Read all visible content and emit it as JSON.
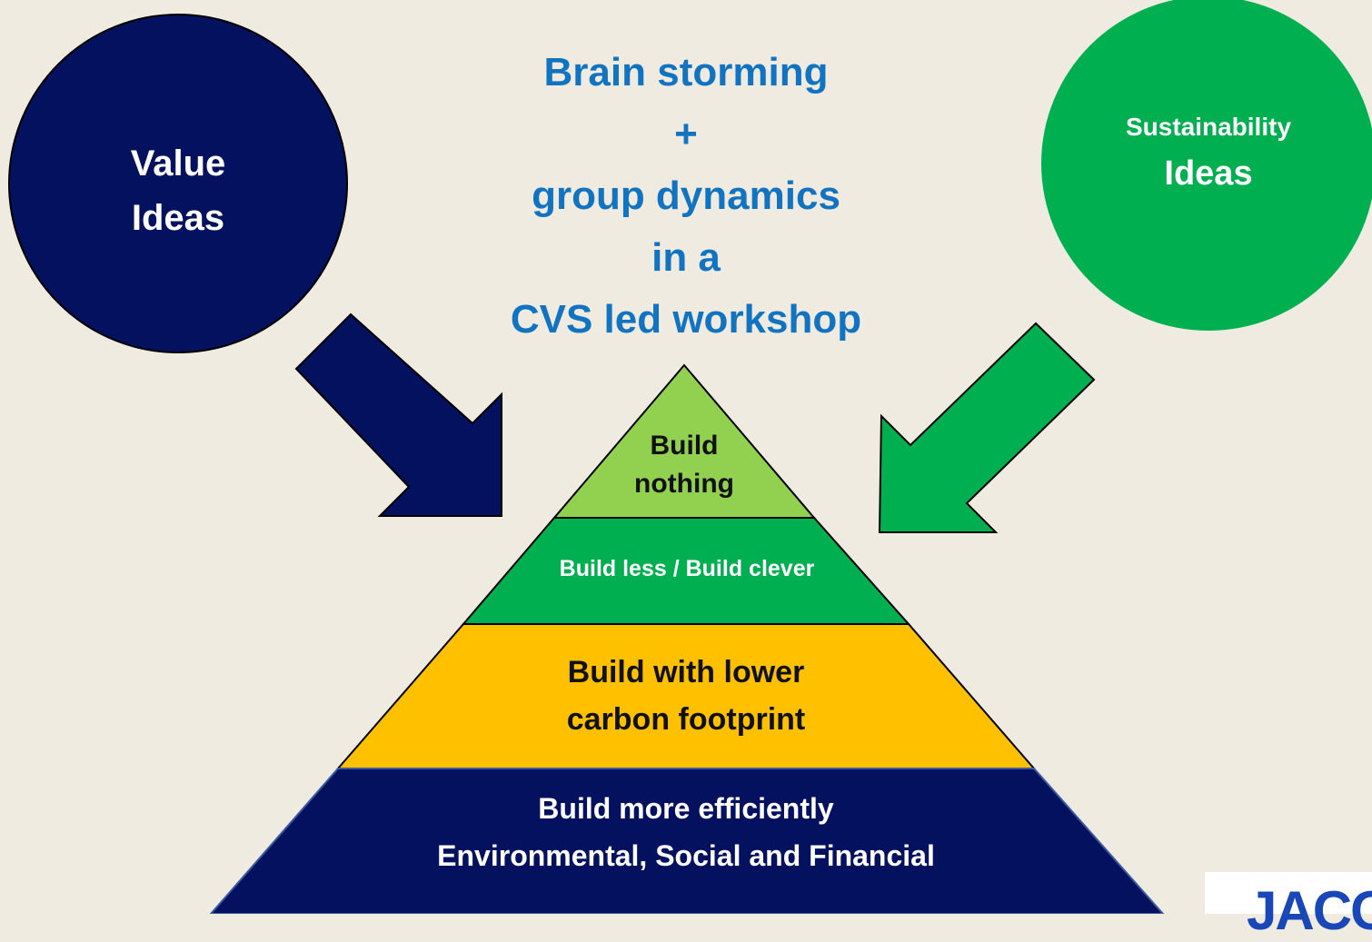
{
  "title": {
    "line1": "Brain storming",
    "line2": "+",
    "line3": "group dynamics",
    "line4": "in a",
    "line5": "CVS led workshop"
  },
  "left_circle": {
    "line1": "Value",
    "line2": "Ideas",
    "color": "#04115e"
  },
  "right_circle": {
    "line1": "Sustainability",
    "line2": "Ideas",
    "color": "#00b050"
  },
  "pyramid": {
    "tier1": {
      "line1": "Build",
      "line2": "nothing",
      "color": "#92d050"
    },
    "tier2": {
      "text": "Build less / Build clever",
      "color": "#00b050"
    },
    "tier3": {
      "line1": "Build with lower",
      "line2": "carbon footprint",
      "color": "#ffc000"
    },
    "tier4": {
      "line1": "Build more efficiently",
      "line2": "Environmental, Social and Financial",
      "color": "#04115e"
    }
  },
  "logo": {
    "text": "JACO"
  },
  "colors": {
    "background": "#efebe1",
    "title": "#1274c0"
  }
}
